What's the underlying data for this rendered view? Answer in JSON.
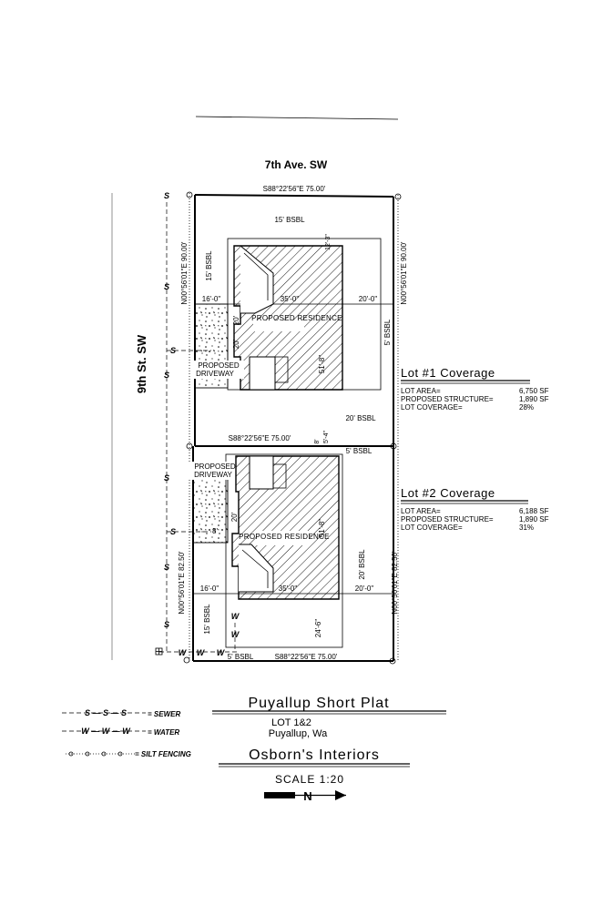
{
  "streets": {
    "north": "7th Ave. SW",
    "west": "9th St. SW"
  },
  "lot1": {
    "north_bearing": "S88°22'56\"E  75.00'",
    "south_bearing": "S88°22'56\"E  75.00'",
    "east_bearing": "N00°56'01\"E  90.00'",
    "west_bearing": "N00°56'01\"E  90.00'",
    "front_setback": "15' BSBL",
    "side_setback_west": "15' BSBL",
    "side_setback_east": "5' BSBL",
    "rear_setback": "20' BSBL",
    "garage_setback": "20' BSBL",
    "dim_16": "16'-0\"",
    "dim_35": "35'-0\"",
    "dim_20": "20'-0\"",
    "dim_20_vert": "20'",
    "dim_20b": "20'",
    "dim_depth": "51'-8\"",
    "dim_top": "12'-3\"",
    "dim_small": "5'-4\"",
    "dim_small2": "8'",
    "residence_label": "PROPOSED RESIDENCE",
    "driveway_label": "PROPOSED DRIVEWAY"
  },
  "lot2": {
    "east_bearing": "N00°56'01\"E  82.50'",
    "west_bearing": "N00°56'01\"E  82.50'",
    "north_setback": "5' BSBL",
    "rear_setback": "20' BSBL",
    "side_setback_west": "15' BSBL",
    "side_setback_south": "5' BSBL",
    "dim_16": "16'-0\"",
    "dim_35": "35'-0\"",
    "dim_20": "20'-0\"",
    "dim_20_vert": "20'",
    "dim_8": "8'",
    "dim_depth": "51'-8\"",
    "dim_rear": "24'-6\"",
    "residence_label": "PROPOSED RESIDENCE",
    "driveway_label": "PROPOSED DRIVEWAY"
  },
  "coverage1": {
    "title": "Lot #1 Coverage",
    "rows": [
      {
        "label": "LOT AREA=",
        "value": "6,750 SF"
      },
      {
        "label": "PROPOSED STRUCTURE=",
        "value": "1,890 SF"
      },
      {
        "label": "LOT COVERAGE=",
        "value": "28%"
      }
    ]
  },
  "coverage2": {
    "title": "Lot #2 Coverage",
    "rows": [
      {
        "label": "LOT AREA=",
        "value": "6,188 SF"
      },
      {
        "label": "PROPOSED STRUCTURE=",
        "value": "1,890 SF"
      },
      {
        "label": "LOT COVERAGE=",
        "value": "31%"
      }
    ]
  },
  "legend": {
    "sewer_symbol": "S — S — S",
    "sewer_label": "= SEWER",
    "water_symbol": "W — W — W",
    "water_label": "= WATER",
    "silt_label": "= SILT FENCING"
  },
  "title_block": {
    "project": "Puyallup Short Plat",
    "lot": "LOT 1&2",
    "city": "Puyallup, Wa",
    "company": "Osborn's Interiors",
    "scale": "SCALE 1:20",
    "north_arrow": "N"
  },
  "utility": {
    "sewer_mark": "S",
    "water_mark": "W"
  }
}
